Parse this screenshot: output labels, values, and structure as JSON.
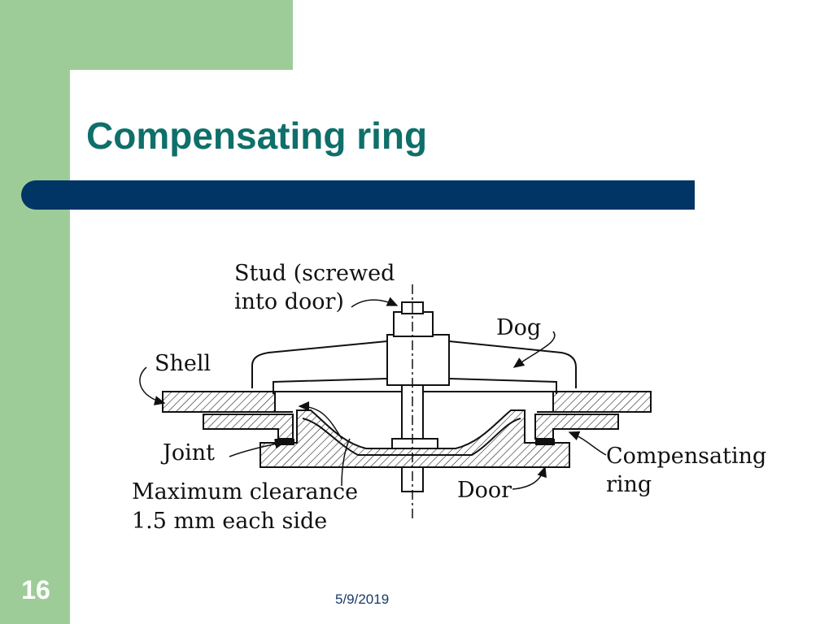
{
  "slide": {
    "title": "Compensating ring",
    "page_number": "16",
    "date": "5/9/2019"
  },
  "diagram": {
    "labels": {
      "stud_line1": "Stud (screwed",
      "stud_line2": "into door)",
      "dog": "Dog",
      "shell": "Shell",
      "joint": "Joint",
      "clearance_line1": "Maximum clearance",
      "clearance_line2": "1.5 mm each side",
      "door": "Door",
      "comp_ring_line1": "Compensating",
      "comp_ring_line2": "ring"
    }
  },
  "colors": {
    "sidebar_green": "#9dcc98",
    "title_teal": "#0f6f6a",
    "header_bar_blue": "#003566"
  }
}
